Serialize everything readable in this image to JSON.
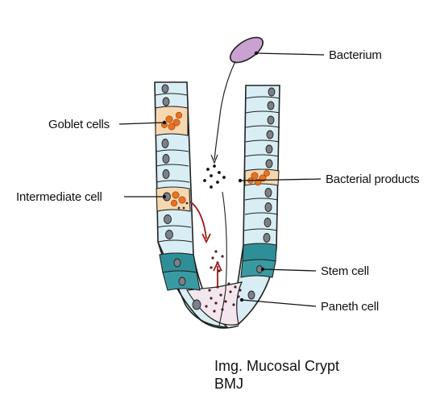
{
  "labels": {
    "bacterium": "Bacterium",
    "goblet": "Goblet cells",
    "bacterial_products": "Bacterial products",
    "intermediate": "Intermediate cell",
    "stem": "Stem cell",
    "paneth": "Paneth cell"
  },
  "caption": {
    "line1": "Img. Mucosal Crypt",
    "line2": "BMJ"
  },
  "colors": {
    "epithelium": "#d8eef4",
    "stem_cell": "#2f8f98",
    "goblet_fill": "#f6d7b0",
    "granule": "#e8731f",
    "nucleus": "#7c8088",
    "bacterium": "#c9a2d2",
    "arrow_red": "#a01818",
    "base": "#f3e6ec"
  }
}
